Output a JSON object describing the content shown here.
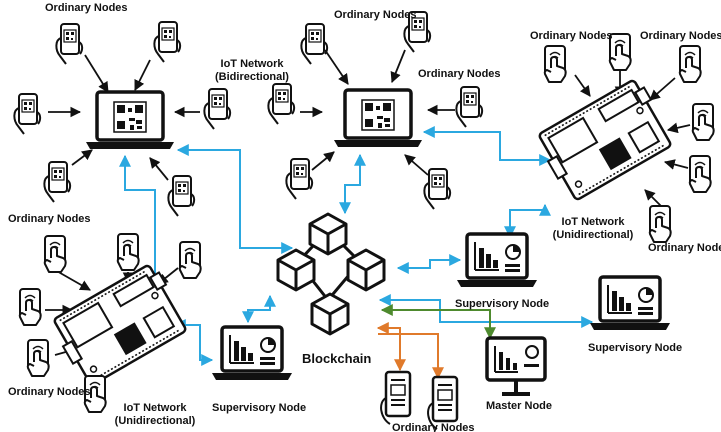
{
  "labels": {
    "ordinary_top_left": "Ordinary Nodes",
    "ordinary_top_center": "Ordinary Nodes",
    "ordinary_top_right_a": "Ordinary Nodes",
    "ordinary_top_right_b": "Ordinary Nodes",
    "ordinary_right": "Ordinary Nodes",
    "ordinary_left_mid": "Ordinary Nodes",
    "ordinary_bottom_left": "Ordinary Nodes",
    "ordinary_bottom_center": "Ordinary Nodes",
    "iot_bidirectional_line1": "IoT Network",
    "iot_bidirectional_line2": "(Bidirectional)",
    "iot_unidir_right_line1": "IoT Network",
    "iot_unidir_right_line2": "(Unidirectional)",
    "iot_unidir_left_line1": "IoT Network",
    "iot_unidir_left_line2": "(Unidirectional)",
    "supervisory_mid_right": "Supervisory Node",
    "supervisory_far_right": "Supervisory Node",
    "supervisory_bottom": "Supervisory Node",
    "master_node": "Master Node",
    "blockchain": "Blockchain"
  },
  "colors": {
    "link_blue": "#2BA8E0",
    "link_orange": "#E07A2B",
    "link_green": "#4E8A2E",
    "stroke": "#111111"
  },
  "icons": [
    "laptop-qr-icon",
    "phone-in-hand-icon",
    "raspberry-pi-icon",
    "monitor-chart-icon",
    "blockchain-cubes-icon",
    "master-monitor-icon"
  ]
}
